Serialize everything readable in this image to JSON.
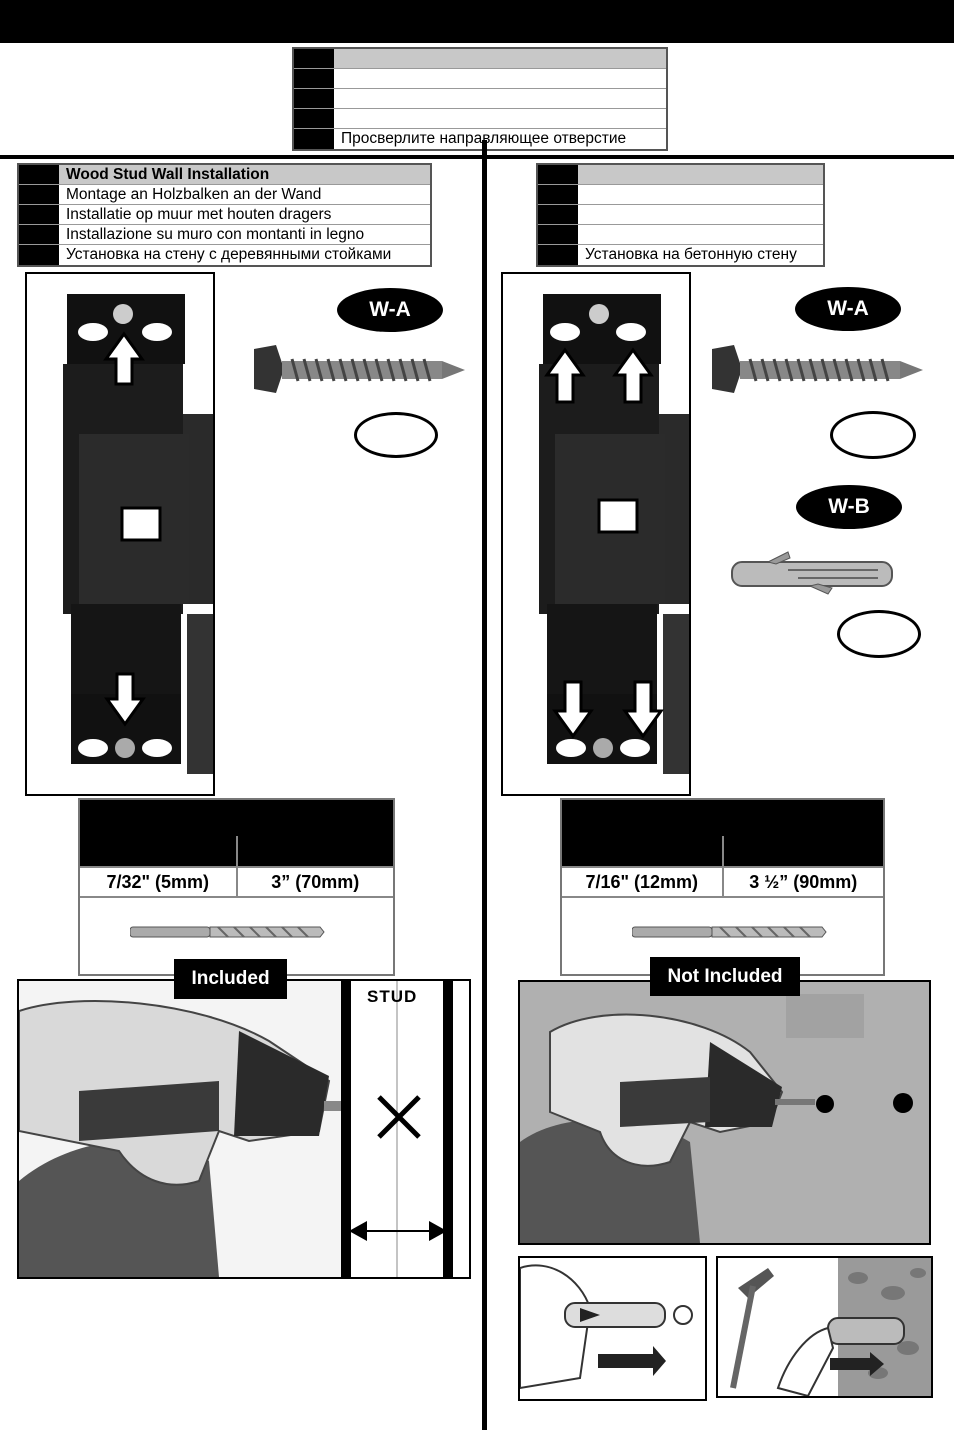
{
  "top_table": {
    "rows": [
      "",
      "",
      "",
      "",
      "Просверлите направляющее отверстие"
    ]
  },
  "wood": {
    "rows": [
      "Wood Stud Wall Installation",
      "Montage an Holzbalken an der Wand",
      "Installatie op muur met houten dragers",
      "Installazione su muro con montanti in legno",
      "Установка на стену с деревянными стойками"
    ],
    "screw_label": "W-A",
    "drill_size": "7/32\" (5mm)",
    "drill_depth": "3” (70mm)",
    "tag": "Included",
    "stud_label": "STUD"
  },
  "concrete": {
    "rows": [
      "",
      "",
      "",
      "",
      "Установка на бетонную стену"
    ],
    "screw_label": "W-A",
    "anchor_label": "W-B",
    "drill_size": "7/16\" (12mm)",
    "drill_depth": "3 ½” (90mm)",
    "tag": "Not Included"
  }
}
